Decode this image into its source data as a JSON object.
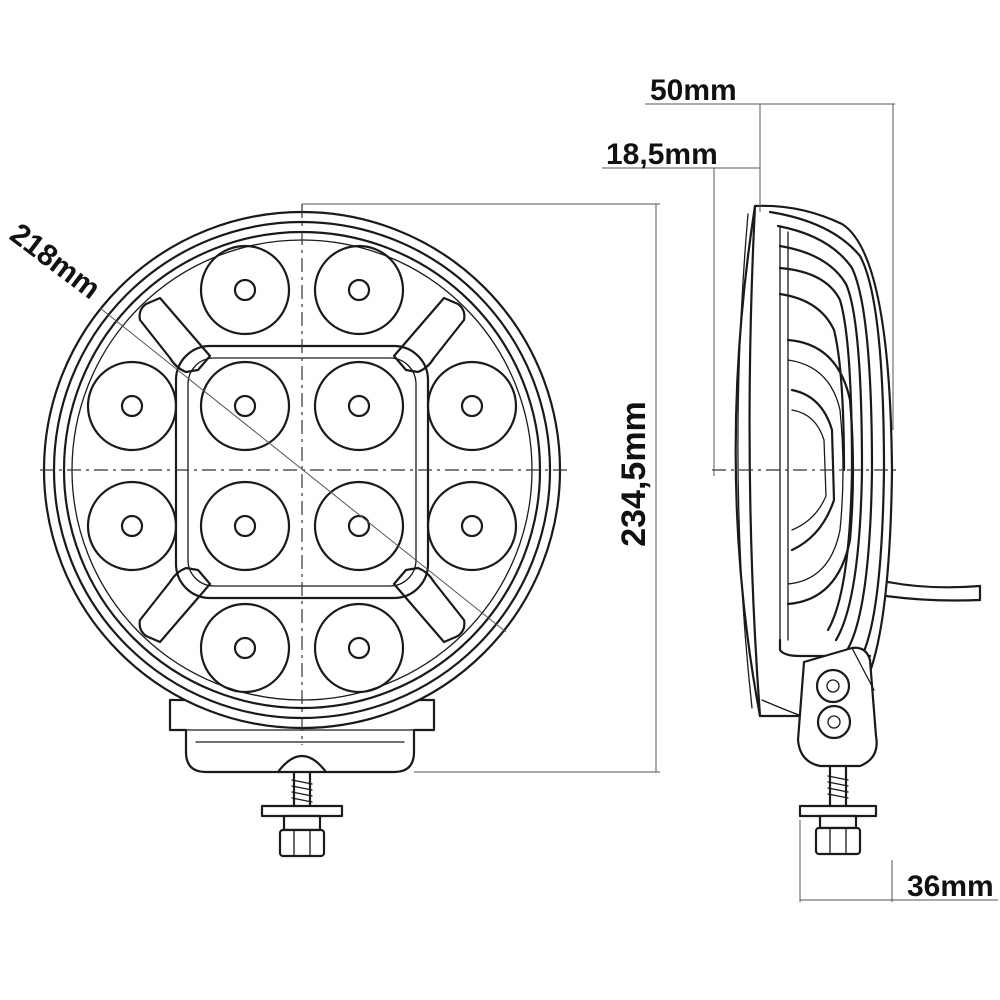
{
  "dimensions": {
    "diameter": "218mm",
    "height": "234,5mm",
    "depth_total": "50mm",
    "depth_lens": "18,5mm",
    "bracket_width": "36mm"
  },
  "colors": {
    "line": "#1a1a1a",
    "background": "#ffffff"
  }
}
